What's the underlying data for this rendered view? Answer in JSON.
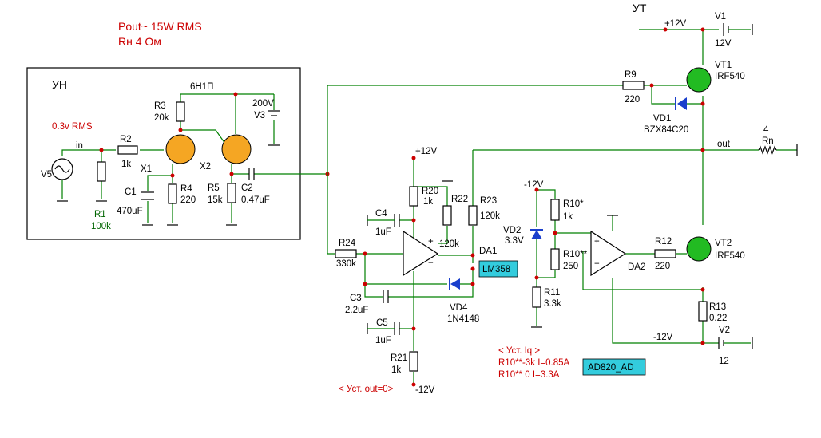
{
  "colors": {
    "wire": "#008000",
    "node": "#cc0000",
    "tube": "#f5a623",
    "mosfet": "#22bb22",
    "ic_box": "#33ccdd"
  },
  "header": {
    "power_line": "Pout~ 15W RMS",
    "load_line": "Rн 4 Ом"
  },
  "blocks": {
    "preamp": "УН",
    "output": "УТ"
  },
  "labels": {
    "tube_type": "6Н1П",
    "in": "in",
    "out": "out",
    "input_level": "0.3v RMS",
    "plus12_top": "+12V",
    "plus12_mid": "+12V",
    "minus12_top": "-12V",
    "minus12_bottom": "-12V",
    "minus12_right": "-12V",
    "v5": "V5",
    "v3": "V3",
    "v3_val": "200V",
    "v1": "V1",
    "v1_val": "12V",
    "v2": "V2",
    "v2_val": "12",
    "x1": "X1",
    "x2": "X2",
    "r1": "R1",
    "r1_val": "100k",
    "r2": "R2",
    "r2_val": "1k",
    "r3": "R3",
    "r3_val": "20k",
    "r4": "R4",
    "r4_val": "220",
    "r5": "R5",
    "r5_val": "15k",
    "c1": "C1",
    "c1_val": "470uF",
    "c2": "C2",
    "c2_val": "0.47uF",
    "r9": "R9",
    "r9_val": "220",
    "vt1": "VT1",
    "vt1_type": "IRF540",
    "vd1": "VD1",
    "vd1_type": "BZX84C20",
    "rn": "Rn",
    "rn_val": "4",
    "r20": "R20",
    "r20_val": "1k",
    "r22": "R22",
    "r22_val": "120k",
    "r23": "R23",
    "r23_val": "120k",
    "c4": "C4",
    "c4_val": "1uF",
    "r24": "R24",
    "r24_val": "330k",
    "da1": "DA1",
    "da1_type": "LM358",
    "c3": "C3",
    "c3_val": "2.2uF",
    "vd4": "VD4",
    "vd4_type": "1N4148",
    "c5": "C5",
    "c5_val": "1uF",
    "r21": "R21",
    "r21_val": "1k",
    "set_out": "< Уст. out=0>",
    "vd2": "VD2",
    "vd2_val": "3.3V",
    "r10s": "R10*",
    "r10s_val": "1k",
    "r10ss": "R10**",
    "r10ss_val": "250",
    "r11": "R11",
    "r11_val": "3.3k",
    "da2": "DA2",
    "da2_type": "AD820_AD",
    "r12": "R12",
    "r12_val": "220",
    "vt2": "VT2",
    "vt2_type": "IRF540",
    "r13": "R13",
    "r13_val": "0.22",
    "iq_title": "< Уст. Iq >",
    "iq_line1": "R10**-3k I=0.85A",
    "iq_line2": "R10** 0 I=3.3A"
  }
}
